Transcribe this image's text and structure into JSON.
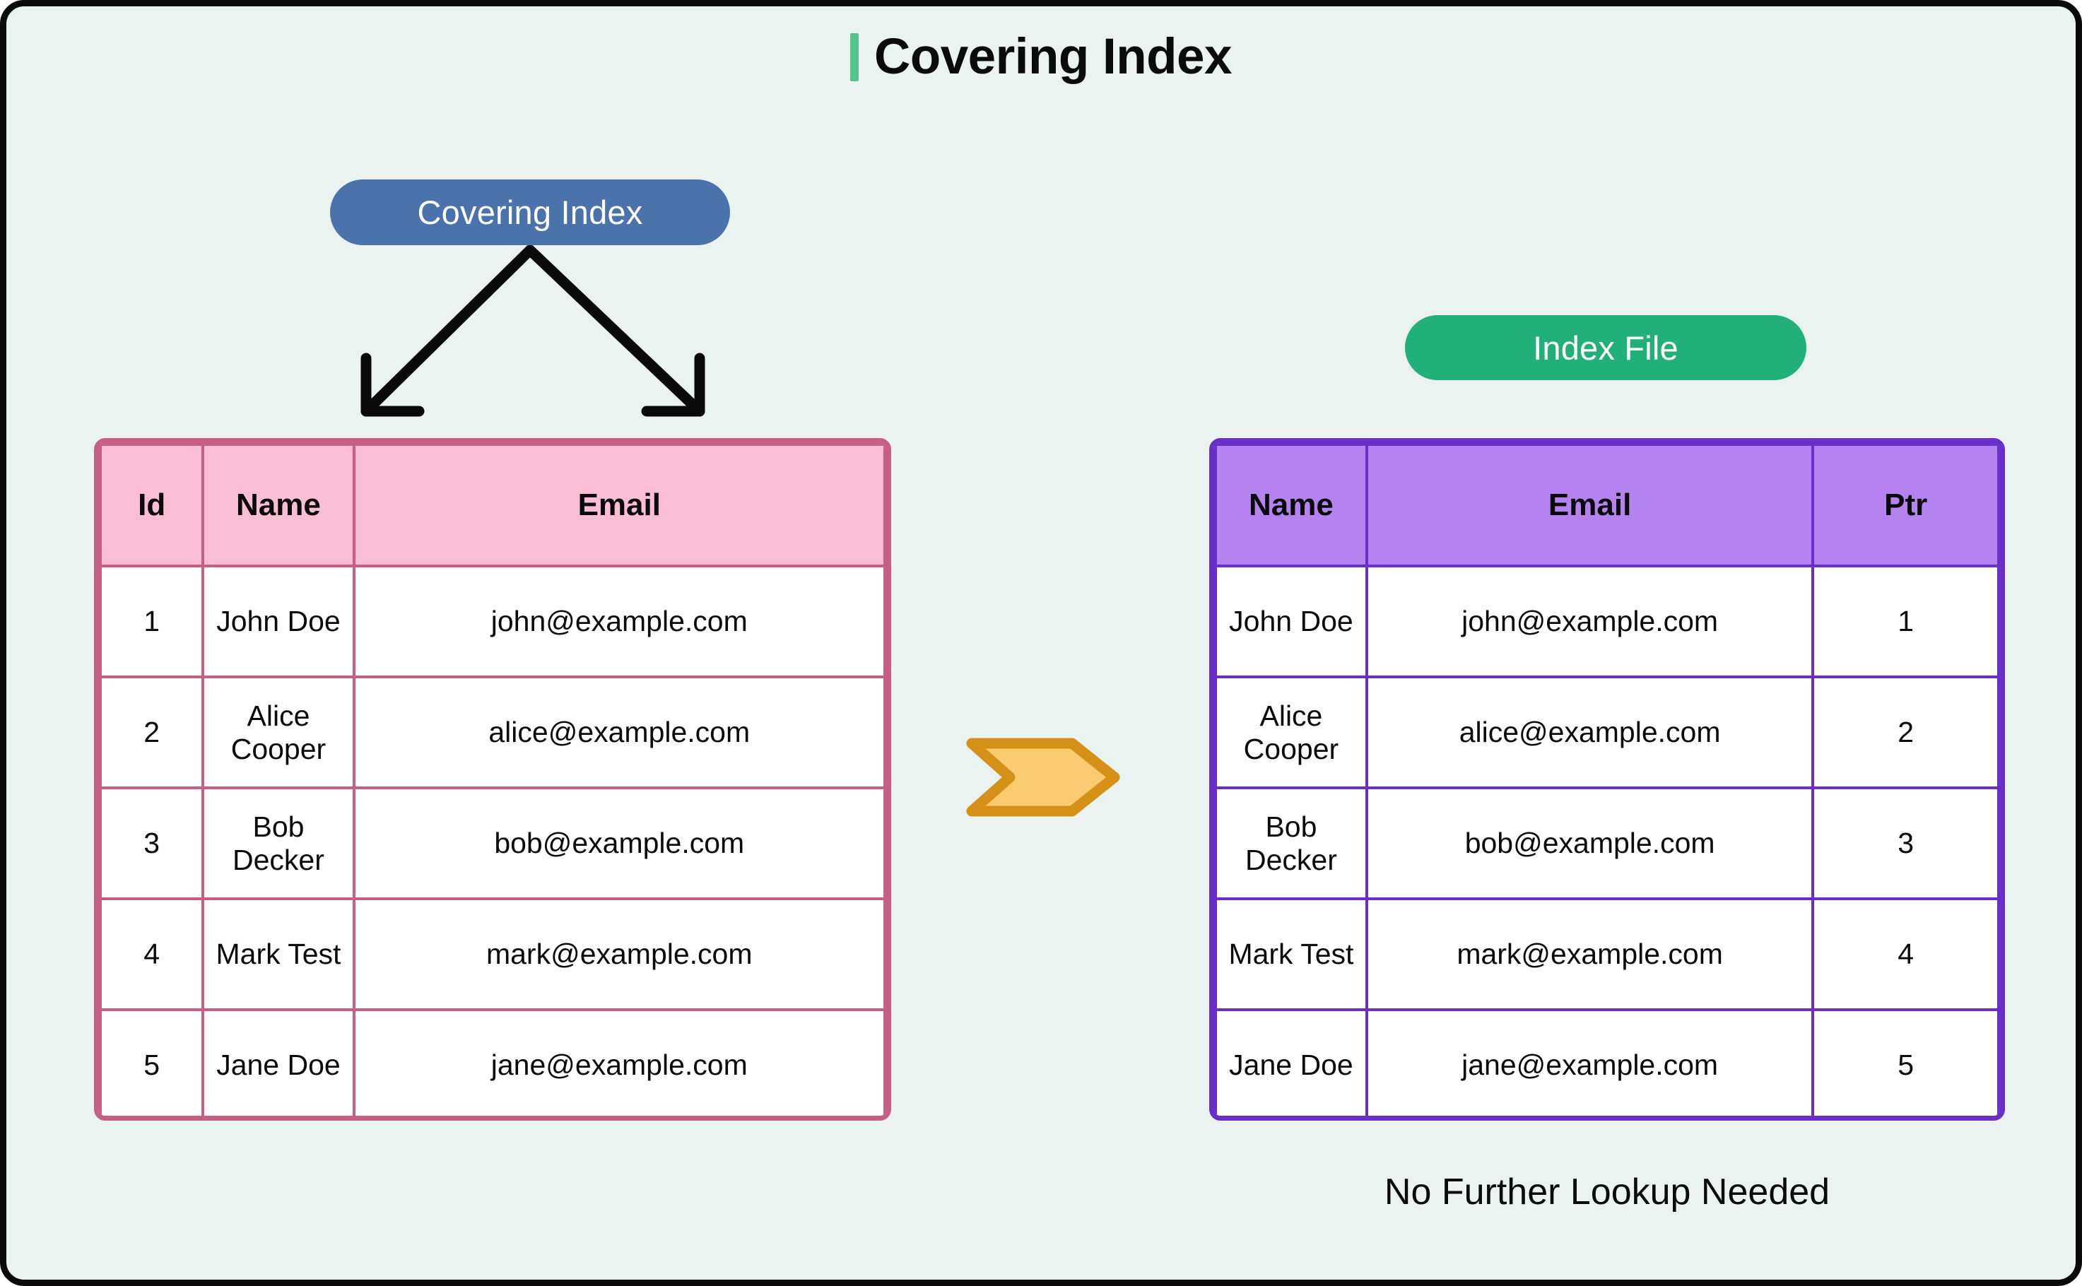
{
  "page": {
    "title": "Covering Index",
    "accent_color": "#54c48e",
    "background_color": "#eaf3f0",
    "frame_color": "#0a0a0a"
  },
  "badges": {
    "covering_index": {
      "label": "Covering Index",
      "color": "#4a72ab"
    },
    "index_file": {
      "label": "Index File",
      "color": "#22b07a"
    }
  },
  "arrows": {
    "branch_color": "#0a0a0a",
    "chevron": {
      "fill": "#fbcb72",
      "stroke": "#d49017"
    }
  },
  "data_table": {
    "name": "data-file-table",
    "header_color": "#f9bdd4",
    "border_color": "#c75f84",
    "columns": [
      "Id",
      "Name",
      "Email"
    ],
    "rows": [
      [
        "1",
        "John Doe",
        "john@example.com"
      ],
      [
        "2",
        "Alice Cooper",
        "alice@example.com"
      ],
      [
        "3",
        "Bob Decker",
        "bob@example.com"
      ],
      [
        "4",
        "Mark Test",
        "mark@example.com"
      ],
      [
        "5",
        "Jane Doe",
        "jane@example.com"
      ]
    ]
  },
  "index_table": {
    "name": "index-file-table",
    "header_color": "#b583f0",
    "border_color": "#6b2fc9",
    "columns": [
      "Name",
      "Email",
      "Ptr"
    ],
    "rows": [
      [
        "John Doe",
        "john@example.com",
        "1"
      ],
      [
        "Alice Cooper",
        "alice@example.com",
        "2"
      ],
      [
        "Bob Decker",
        "bob@example.com",
        "3"
      ],
      [
        "Mark Test",
        "mark@example.com",
        "4"
      ],
      [
        "Jane Doe",
        "jane@example.com",
        "5"
      ]
    ]
  },
  "caption": "No Further Lookup Needed"
}
